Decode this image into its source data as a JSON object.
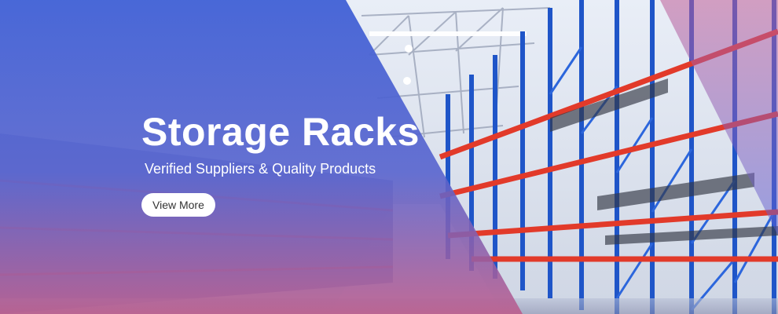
{
  "hero": {
    "title": "Storage Racks",
    "subtitle": "Verified Suppliers & Quality Products",
    "cta_label": "View More"
  },
  "colors": {
    "overlay_blue": "#4262d6",
    "overlay_pink": "#bc5c8c",
    "rack_upright": "#1f55c8",
    "rack_beam": "#e23a2a",
    "button_bg": "#ffffff"
  }
}
